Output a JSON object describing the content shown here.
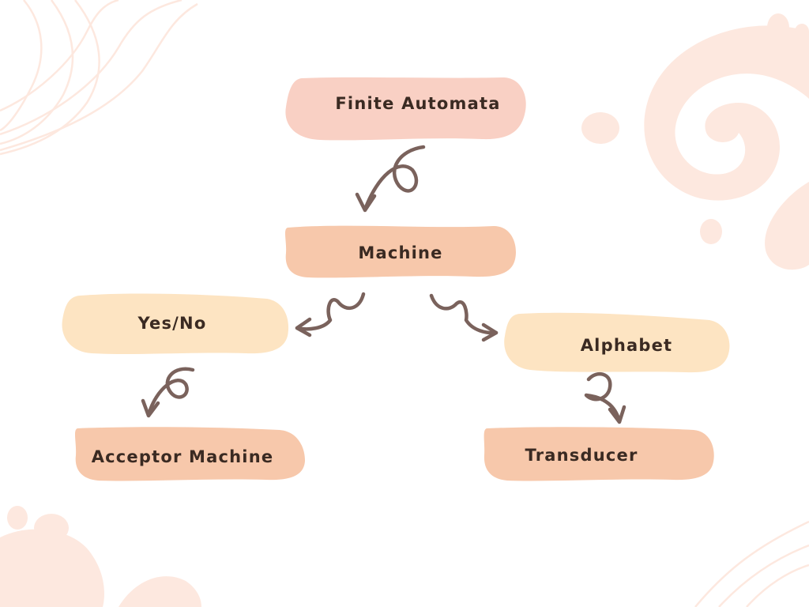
{
  "colors": {
    "pink": "#f9d0c4",
    "peach": "#f7c8ab",
    "cream": "#fde4c2",
    "arrow": "#7a625c",
    "decoration": "#fde8df"
  },
  "nodes": {
    "finite_automata": "Finite Automata",
    "machine": "Machine",
    "yes_no": "Yes/No",
    "alphabet": "Alphabet",
    "acceptor_machine": "Acceptor Machine",
    "transducer": "Transducer"
  },
  "edges": [
    {
      "from": "Finite Automata",
      "to": "Machine"
    },
    {
      "from": "Machine",
      "to": "Yes/No"
    },
    {
      "from": "Machine",
      "to": "Alphabet"
    },
    {
      "from": "Yes/No",
      "to": "Acceptor Machine"
    },
    {
      "from": "Alphabet",
      "to": "Transducer"
    }
  ]
}
